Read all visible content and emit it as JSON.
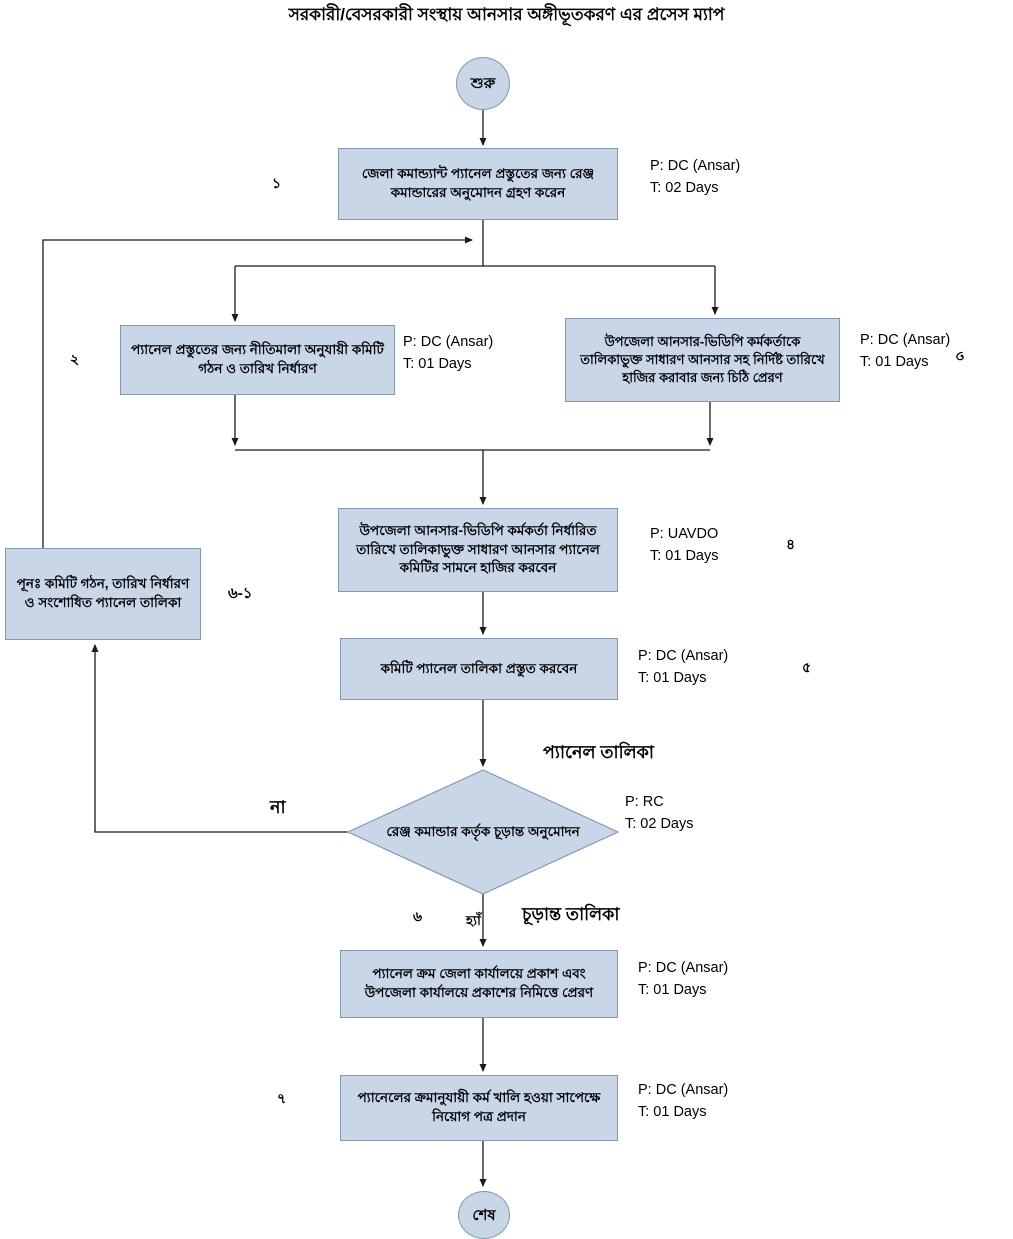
{
  "title": "সরকারী/বেসরকারী সংস্থায় আনসার অঙ্গীভূতকরণ এর প্রসেস ম্যাপ",
  "colors": {
    "node_fill": "#c8d6e8",
    "node_border": "#8298b4",
    "line": "#1a1a1a"
  },
  "start": {
    "label": "শুরু"
  },
  "end": {
    "label": "শেষ"
  },
  "steps": {
    "s1": {
      "number": "১",
      "text": "জেলা কমান্ড্যান্ট প্যানেল প্রস্তুতের জন্য রেঞ্জ কমান্ডারের অনুমোদন গ্রহণ করেন",
      "p": "P: DC (Ansar)",
      "t": "T: 02 Days"
    },
    "s2": {
      "number": "২",
      "text": "প্যানেল প্রস্তুতের জন্য নীতিমালা অনুযায়ী কমিটি গঠন ও তারিখ নির্ধারণ",
      "p": "P: DC (Ansar)",
      "t": "T: 01 Days"
    },
    "s3": {
      "number": "৩",
      "text": "উপজেলা আনসার-ভিডিপি কর্মকর্তাকে তালিকাভুক্ত সাধারণ আনসার সহ নির্দিষ্ট তারিখে হাজির করাবার জন্য চিঠি প্রেরণ",
      "p": "P: DC (Ansar)",
      "t": "T: 01 Days"
    },
    "s4": {
      "number": "৪",
      "text": "উপজেলা আনসার-ভিডিপি কর্মকর্তা নির্ধারিত তারিখে তালিকাভুক্ত সাধারণ আনসার প্যানেল কমিটির সামনে হাজির করবেন",
      "p": "P: UAVDO",
      "t": "T: 01 Days"
    },
    "s5": {
      "number": "৫",
      "text": "কমিটি প্যানেল তালিকা প্রস্তুত করবেন",
      "p": "P: DC (Ansar)",
      "t": "T: 01 Days"
    },
    "decision": {
      "number": "৬",
      "text": "রেঞ্জ কমান্ডার কর্তৃক চূড়ান্ত অনুমোদন",
      "p": "P: RC",
      "t": "T: 02 Days"
    },
    "rework": {
      "number": "৬-১",
      "text": "পূনঃ  কমিটি গঠন, তারিখ নির্ধারণ ও সংশোধিত প্যানেল তালিকা"
    },
    "s6": {
      "text": "প্যানেল ক্রম জেলা কার্যালয়ে প্রকাশ এবং উপজেলা কার্যালয়ে প্রকাশের নিমিত্তে প্রেরণ",
      "p": "P: DC (Ansar)",
      "t": "T: 01 Days"
    },
    "s7": {
      "number": "৭",
      "text": "প্যানেলের ক্রমানুযায়ী কর্ম খালি হওয়া সাপেক্ষে নিয়োগ পত্র প্রদান",
      "p": "P: DC (Ansar)",
      "t": "T: 01 Days"
    }
  },
  "labels": {
    "panel_list": "প্যানেল তালিকা",
    "no": "না",
    "yes": "হ্যাঁ",
    "final_list": "চূড়ান্ত তালিকা"
  }
}
